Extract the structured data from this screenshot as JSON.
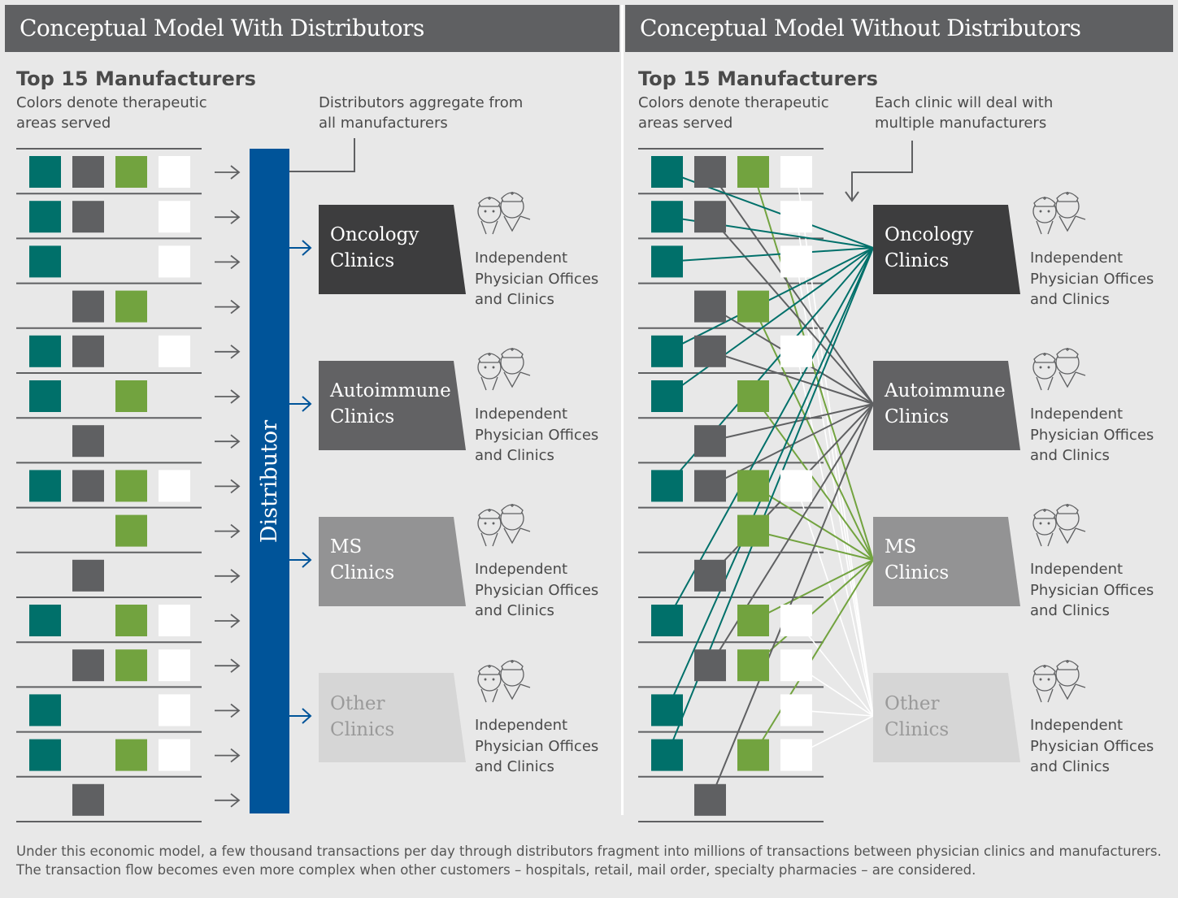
{
  "left_panel": {
    "header": "Conceptual Model With Distributors",
    "title": "Top 15 Manufacturers",
    "subtitle_line1": "Colors denote therapeutic",
    "subtitle_line2": "areas served",
    "callout_line1": "Distributors aggregate from",
    "callout_line2": "all manufacturers",
    "distributor_label": "Distributor"
  },
  "right_panel": {
    "header": "Conceptual Model Without Distributors",
    "title": "Top 15 Manufacturers",
    "subtitle_line1": "Colors denote therapeutic",
    "subtitle_line2": "areas served",
    "callout_line1": "Each clinic will deal with",
    "callout_line2": "multiple manufacturers"
  },
  "clinics": [
    {
      "line1": "Oncology",
      "line2": "Clinics",
      "color": "#3d3d3e",
      "text_color": "#ffffff"
    },
    {
      "line1": "Autoimmune",
      "line2": "Clinics",
      "color": "#626264",
      "text_color": "#ffffff"
    },
    {
      "line1": "MS",
      "line2": "Clinics",
      "color": "#939394",
      "text_color": "#ffffff"
    },
    {
      "line1": "Other",
      "line2": "Clinics",
      "color": "#d6d6d6",
      "text_color": "#9a9a9a"
    }
  ],
  "independent_label": {
    "line1": "Independent",
    "line2": "Physician Offices",
    "line3": "and Clinics"
  },
  "therapeutic_colors": {
    "oncology": "#00706a",
    "autoimmune": "#5f6062",
    "ms": "#72a33f",
    "other": "#ffffff"
  },
  "distributor_color": "#005499",
  "manufacturers": [
    [
      1,
      1,
      1,
      1
    ],
    [
      1,
      1,
      0,
      1
    ],
    [
      1,
      0,
      0,
      1
    ],
    [
      0,
      1,
      1,
      0
    ],
    [
      1,
      1,
      0,
      1
    ],
    [
      1,
      0,
      1,
      0
    ],
    [
      0,
      1,
      0,
      0
    ],
    [
      1,
      1,
      1,
      1
    ],
    [
      0,
      0,
      1,
      0
    ],
    [
      0,
      1,
      0,
      0
    ],
    [
      1,
      0,
      1,
      1
    ],
    [
      0,
      1,
      1,
      1
    ],
    [
      1,
      0,
      0,
      1
    ],
    [
      1,
      0,
      1,
      1
    ],
    [
      0,
      1,
      0,
      0
    ]
  ],
  "footer": "Under this economic model, a few thousand transactions per day through distributors fragment into millions of transactions between physician clinics and manufacturers. The transaction flow becomes even more complex when other customers – hospitals, retail, mail order, specialty pharmacies – are considered."
}
